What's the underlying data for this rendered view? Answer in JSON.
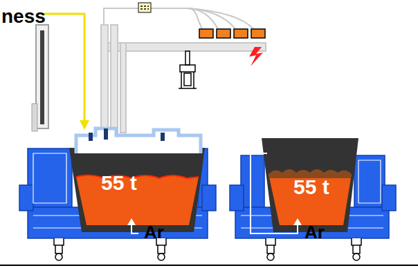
{
  "diagram": {
    "nodes": [
      {
        "text": [
          "55 t"
        ]
      },
      {
        "text": [
          "55 t"
        ]
      }
    ],
    "labels": [
      "ness",
      "Ar",
      "Ar"
    ]
  }
}
